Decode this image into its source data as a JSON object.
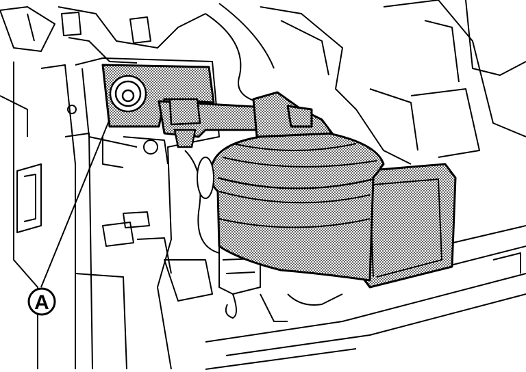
{
  "diagram": {
    "callouts": [
      {
        "id": "A",
        "label": "A"
      }
    ],
    "colors": {
      "line": "#000000",
      "paper": "#ffffff",
      "highlight_fill": "#9a9a9a"
    },
    "highlighted_parts": [
      "horn",
      "horn-bracket",
      "mounting-bolt"
    ]
  }
}
